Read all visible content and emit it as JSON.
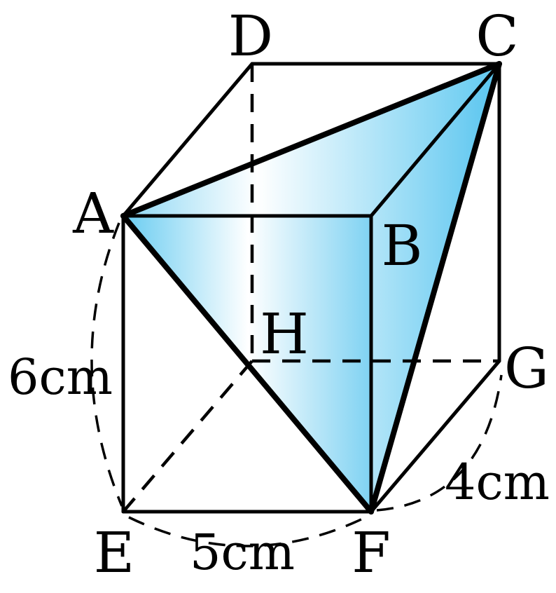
{
  "vertices": {
    "A": "A",
    "B": "B",
    "C": "C",
    "D": "D",
    "E": "E",
    "F": "F",
    "G": "G",
    "H": "H"
  },
  "dimensions": {
    "height": "6cm",
    "width": "5cm",
    "depth": "4cm"
  },
  "colors": {
    "face_light": "#ffffff",
    "face_blue": "#6ccdf1",
    "stroke": "#000000"
  }
}
